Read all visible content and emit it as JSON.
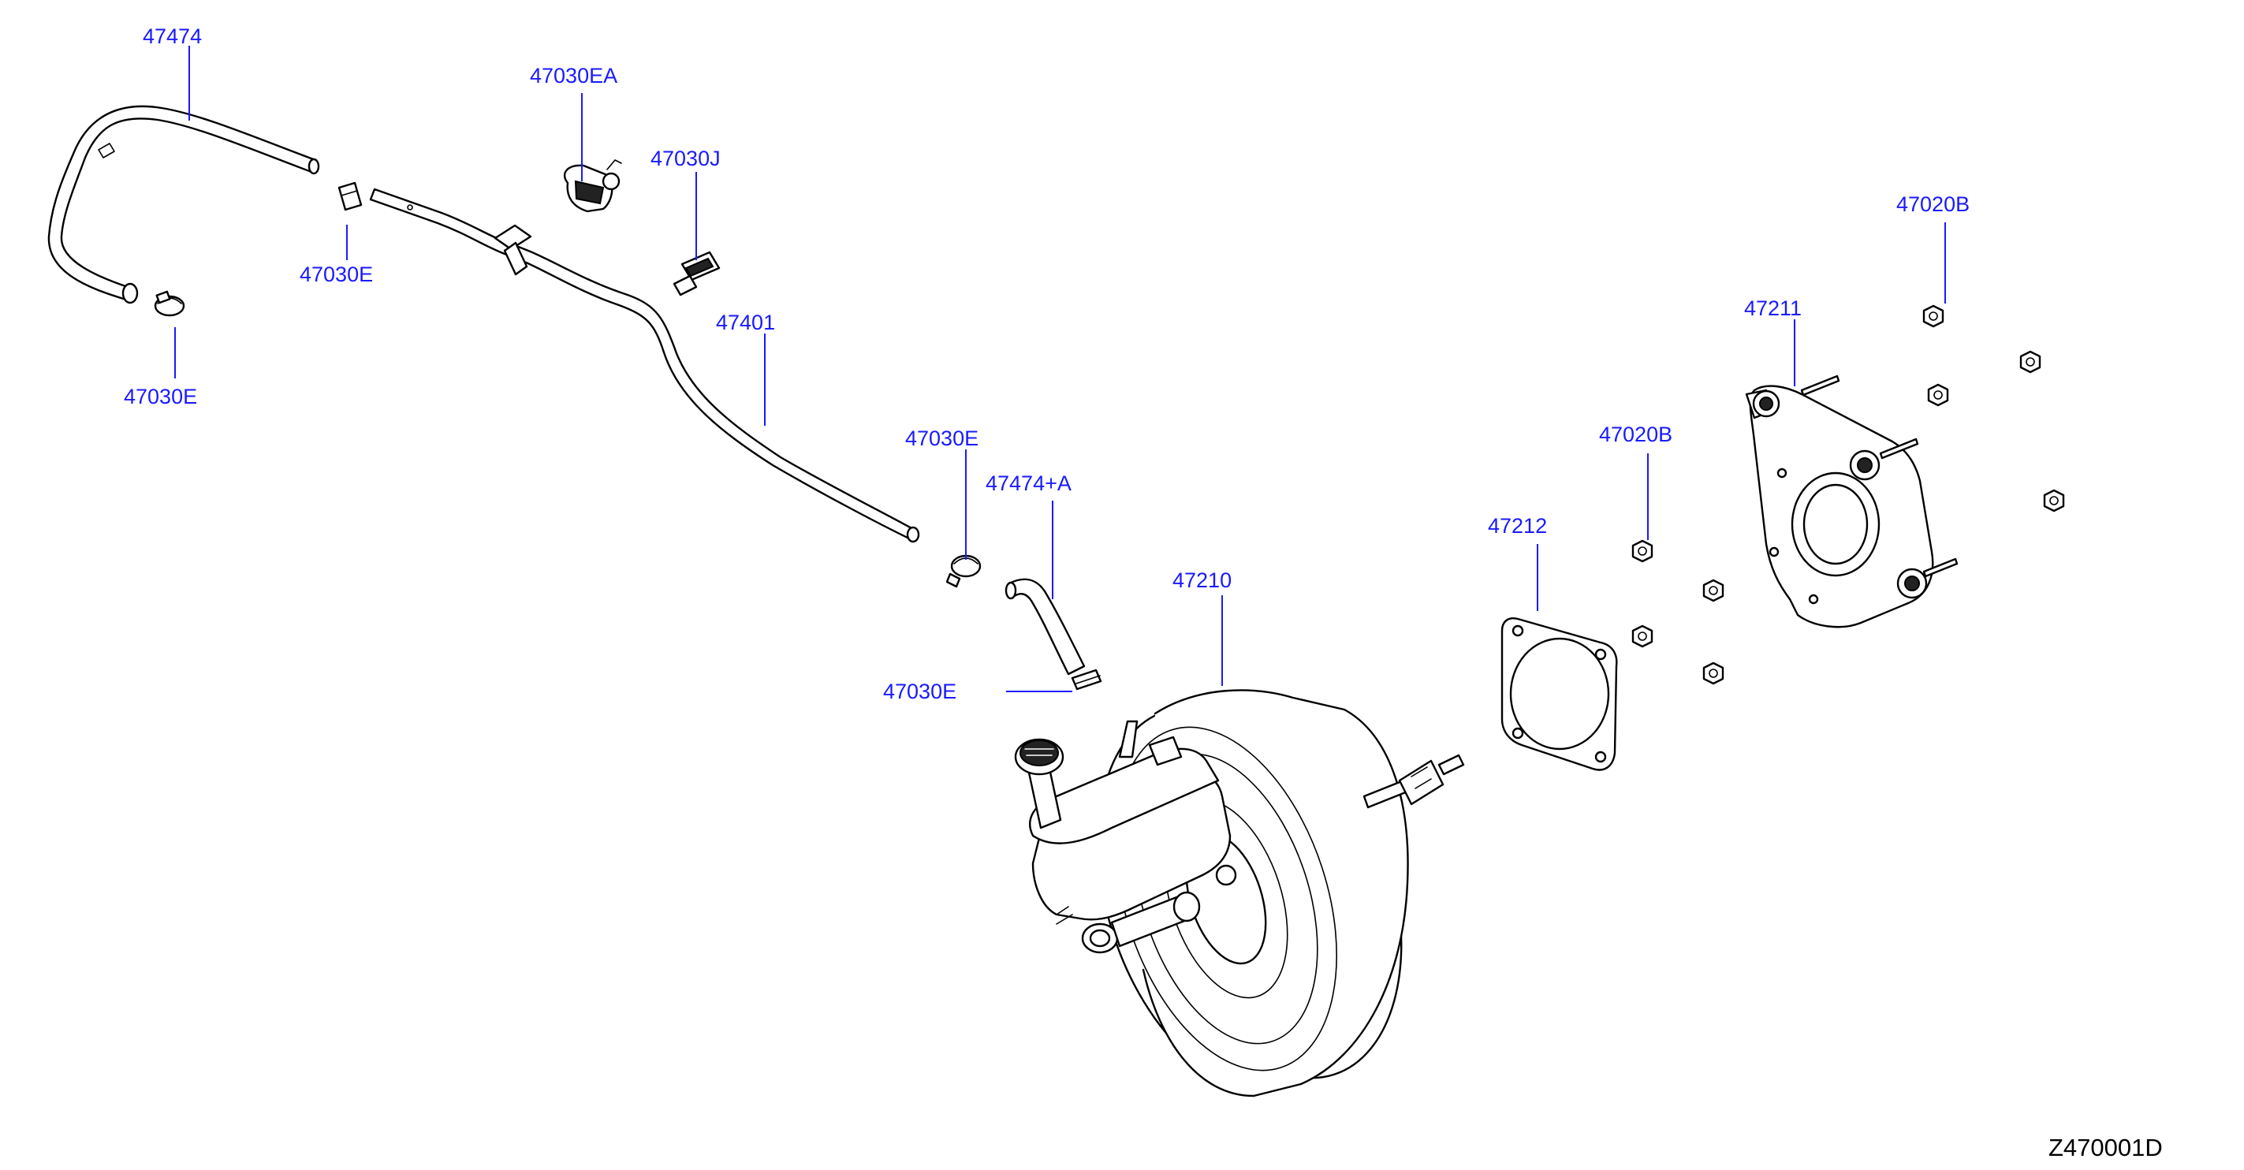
{
  "labels": {
    "l_47474": "47474",
    "l_47030EA": "47030EA",
    "l_47030J": "47030J",
    "l_47030E_a": "47030E",
    "l_47030E_b": "47030E",
    "l_47401": "47401",
    "l_47030E_c": "47030E",
    "l_47474A": "47474+A",
    "l_47030E_d": "47030E",
    "l_47210": "47210",
    "l_47212": "47212",
    "l_47020B_a": "47020B",
    "l_47211": "47211",
    "l_47020B_b": "47020B"
  },
  "diagram_id": "Z470001D",
  "colors": {
    "label": "#1a1aff",
    "line": "#000000",
    "background": "#ffffff"
  }
}
